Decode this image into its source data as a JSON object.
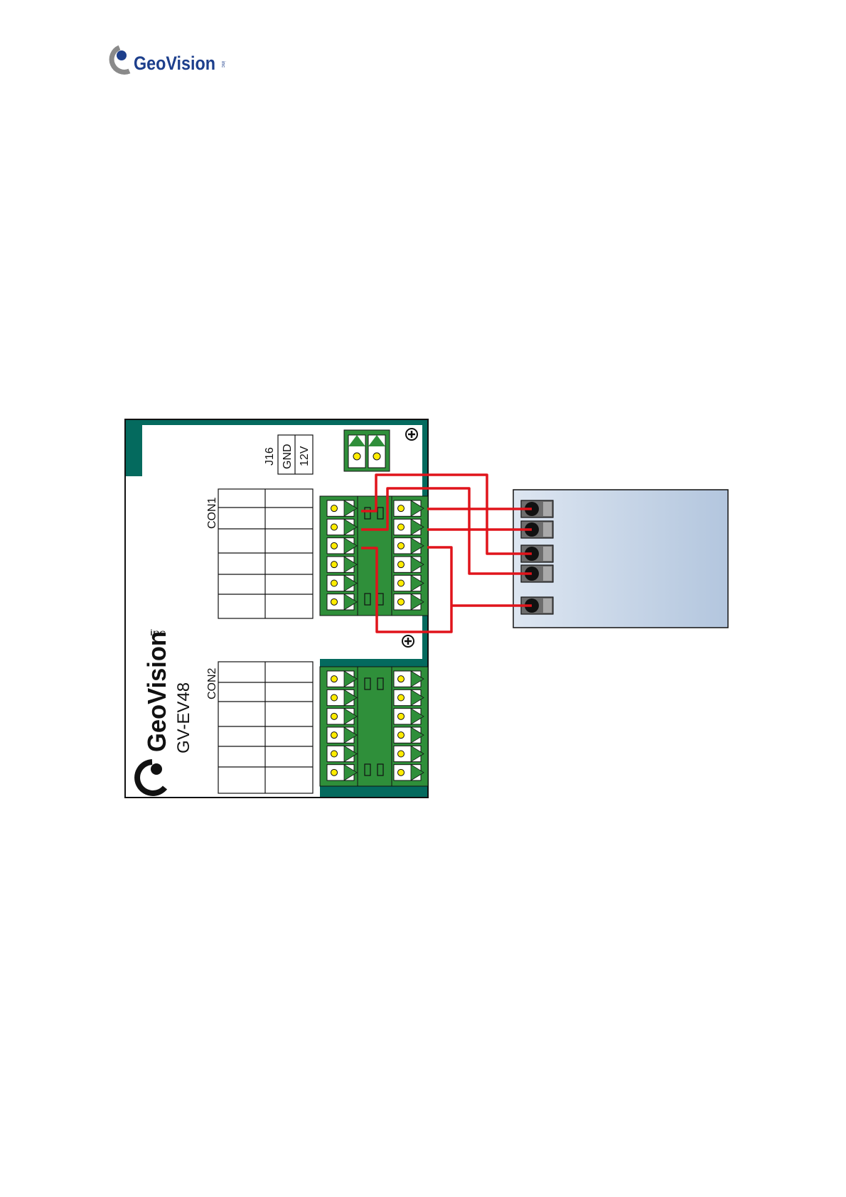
{
  "header": {
    "logo_text": "GeoVision",
    "logo_suffix": "inc"
  },
  "board": {
    "brand": "GeoVision",
    "brand_suffix": "inc",
    "model": "GV-EV48",
    "con1_label": "CON1",
    "con2_label": "CON2",
    "j16_label": "J16",
    "gnd_label": "GND",
    "v12_label": "12V"
  },
  "colors": {
    "board_teal": "#046a5e",
    "terminal_green": "#2f8f3a",
    "wire_red": "#e0141b",
    "reader_fill": "#c4d2e4",
    "logo_grey": "#8a8a8a",
    "logo_blue": "#1d3f8c",
    "pin_yellow": "#ffec00"
  },
  "icons": {
    "screw": "screw-icon",
    "pin": "terminal-pin-icon"
  }
}
